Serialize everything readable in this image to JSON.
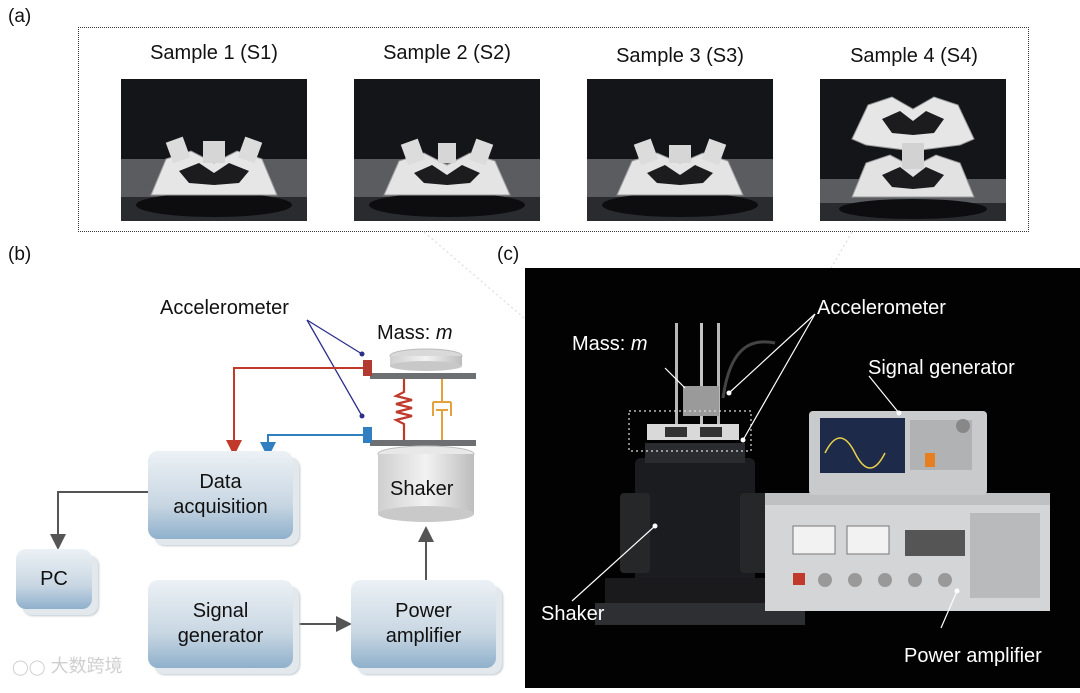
{
  "panels": {
    "a": "(a)",
    "b": "(b)",
    "c": "(c)"
  },
  "samples": [
    {
      "title": "Sample 1 (S1)"
    },
    {
      "title": "Sample 2 (S2)"
    },
    {
      "title": "Sample 3 (S3)"
    },
    {
      "title": "Sample 4 (S4)"
    }
  ],
  "schematic": {
    "accelerometer": "Accelerometer",
    "mass_prefix": "Mass: ",
    "mass_symbol": "m",
    "shaker": "Shaker",
    "data_acquisition_line1": "Data",
    "data_acquisition_line2": "acquisition",
    "pc": "PC",
    "signal_generator_line1": "Signal",
    "signal_generator_line2": "generator",
    "power_amplifier_line1": "Power",
    "power_amplifier_line2": "amplifier",
    "colors": {
      "red_line": "#c0392b",
      "blue_line": "#2f7fc1",
      "spring": "#c0392b",
      "damper": "#e3a23b"
    }
  },
  "photo_labels": {
    "mass_prefix": "Mass: ",
    "mass_symbol": "m",
    "accelerometer": "Accelerometer",
    "signal_generator": "Signal generator",
    "shaker": "Shaker",
    "power_amplifier": "Power amplifier"
  },
  "watermark": "大数跨境"
}
